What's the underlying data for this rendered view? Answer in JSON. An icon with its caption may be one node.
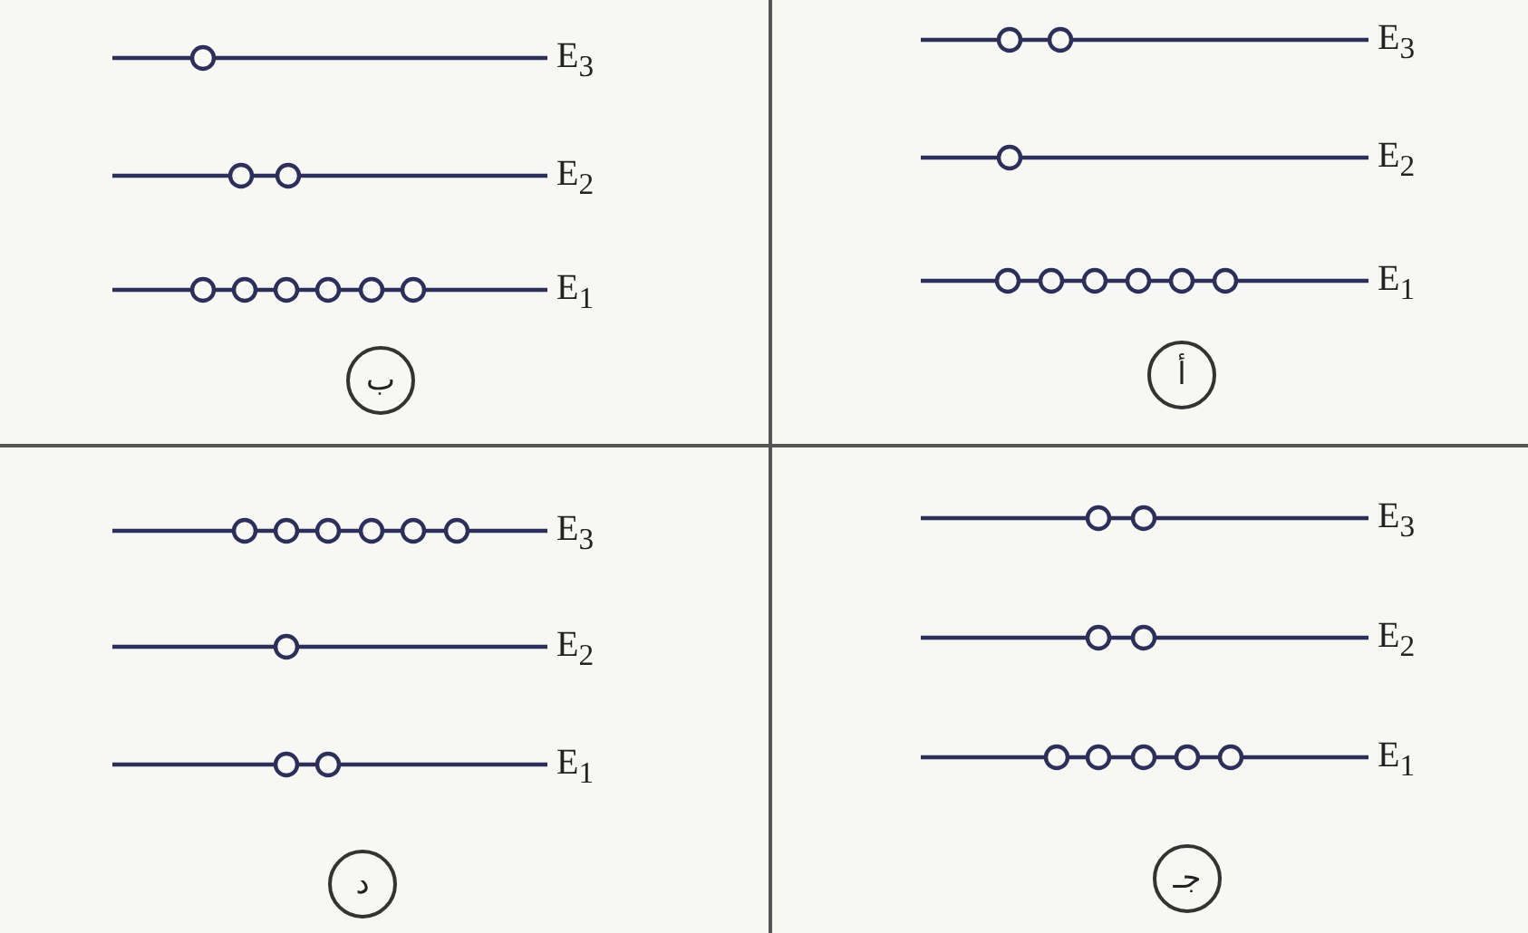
{
  "diagram": {
    "nodes": [
      {
        "text": [
          "أ"
        ]
      },
      {
        "text": [
          "ب"
        ]
      },
      {
        "text": [
          "جـ"
        ]
      },
      {
        "text": [
          "د"
        ]
      }
    ],
    "labels": [
      "E$_{3}$",
      "E$_{2}$",
      "E$_{1}$",
      "E$_{3}$",
      "E$_{2}$",
      "E$_{1}$",
      "E$_{3}$",
      "E$_{2}$",
      "E$_{1}$",
      "E$_{3}$",
      "E$_{2}$",
      "E$_{1}$"
    ]
  }
}
